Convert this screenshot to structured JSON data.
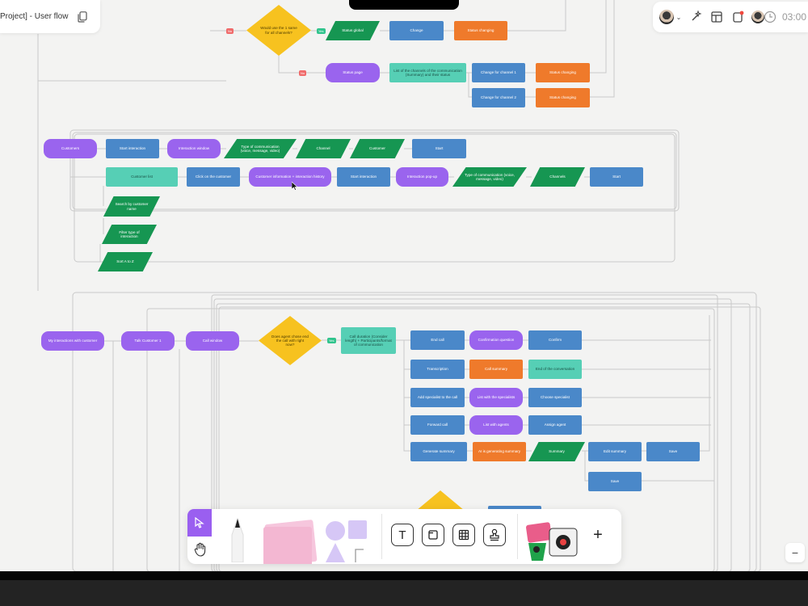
{
  "header": {
    "title": "Project] - User flow"
  },
  "top_right": {
    "timer": "03:00"
  },
  "flow": {
    "group1": {
      "decision": "Would use the 1 same for all channels?",
      "no_label": "No",
      "yes_label": "Yes",
      "status_global": "Status global",
      "change": "Change",
      "status_changing": "Status changing",
      "status_pages": "Status page",
      "list_channels": "List of the channels of the communication (Summary) and their status",
      "change_channel_1": "Change for channel 1",
      "status_changing_1": "Status changing",
      "change_channel_2": "Change for channel 2",
      "status_changing_2": "Status changing"
    },
    "group2": {
      "customers": "Customers",
      "start_interaction": "Start interaction",
      "interaction_window": "Interaction window",
      "type_comm": "Type of communication (voice, message, video)",
      "channel": "Channel",
      "customer": "Customer",
      "start": "Start",
      "customer_list": "Customer list",
      "click_customer": "Click on the customer",
      "customer_info": "Customer information + interaction history",
      "start_interaction_2": "Start interaction",
      "interaction_pop_up": "Interaction pop-up",
      "type_comm_2": "Type of communication (voice, message, video)",
      "channels": "Channels",
      "start_2": "Start",
      "search_customer": "Search by customer name",
      "filter_type": "Filter type of interaction",
      "sort_az": "Sort A to Z"
    },
    "group3": {
      "my_interactions": "My interactions with customer",
      "talk_customer": "Talk Customer 1",
      "call_window": "Call window",
      "decision": "Does agent chose end the call with right now?",
      "yes_label": "Yes",
      "call_duration": "Call duration (Consider length) + Participants/format of communication",
      "end_call": "End call",
      "confirmation_question": "Confirmation question",
      "confirm": "Confirm",
      "transcription": "Transcription",
      "call_summary": "Call summary",
      "end_of_conversation": "End of the conversation",
      "add_specialist": "Add specialist to the call",
      "list_specialists": "List with the specialists",
      "choose_specialist": "Choose specialist",
      "forward_call": "Forward call",
      "list_agents": "List with agents",
      "assign_agent": "Assign agent",
      "generate_summary": "Generate summary",
      "ai_generating": "AI is generating summary",
      "summary": "Summary",
      "edit_summary": "Edit summary",
      "save": "Save",
      "save_2": "Save"
    }
  },
  "toolbar": {
    "text_tool": "T"
  },
  "icons": {
    "copy": "copy-icon",
    "cursor": "cursor-icon",
    "hand": "hand-icon",
    "pen": "pen-icon",
    "sticky": "sticky-note-icon",
    "shapes": "shapes-icon",
    "frame": "frame-icon",
    "table": "table-icon",
    "stamp": "stamp-icon",
    "stickers": "stickers-icon",
    "plus": "plus-icon",
    "minus": "minus-icon"
  },
  "colors": {
    "blue": "#4a88c9",
    "purple": "#9a64ee",
    "teal": "#56cfb5",
    "orange": "#ef7a2b",
    "green": "#169652",
    "yellow": "#f7c21f",
    "accent": "#9a5ff0"
  }
}
